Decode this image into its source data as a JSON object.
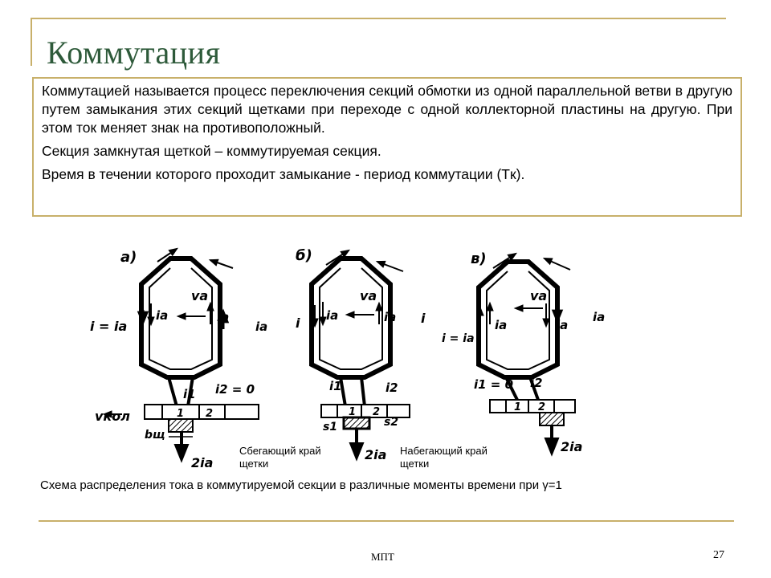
{
  "slide": {
    "title": "Коммутация",
    "paragraphs": [
      "Коммутацией называется процесс переключения секций обмотки из одной параллельной ветви в другую путем замыкания этих секций щетками при переходе с одной коллекторной пластины на другую.   При этом ток меняет знак на противоположный.",
      "Секция замкнутая щеткой – коммутируемая секция.",
      "Время в течении которого проходит замыкание  - период коммутации (Tк)."
    ],
    "figure": {
      "panel_labels": [
        "а)",
        "б)",
        "в)"
      ],
      "va": "vа",
      "ia": "iа",
      "i": "i",
      "i_eq_ia": "i = iа",
      "i1": "i1",
      "i2": "i2",
      "i2_eq_0": "i2 = 0",
      "i1_eq_0": "i1 = 0",
      "two_ia": "2iа",
      "v_kol": "vкол",
      "b_sh": "bщ",
      "s1": "s1",
      "s2": "s2",
      "plate_1": "1",
      "plate_2": "2",
      "label_trailing_edge": "Сбегающий край щетки",
      "label_leading_edge": "Набегающий край щетки"
    },
    "caption": "Схема распределения тока в коммутируемой секции в различные моменты времени при γ=1",
    "footer_left": "МПТ",
    "page_number": "27",
    "colors": {
      "title": "#2e5a3a",
      "accent": "#c8b06a"
    }
  }
}
